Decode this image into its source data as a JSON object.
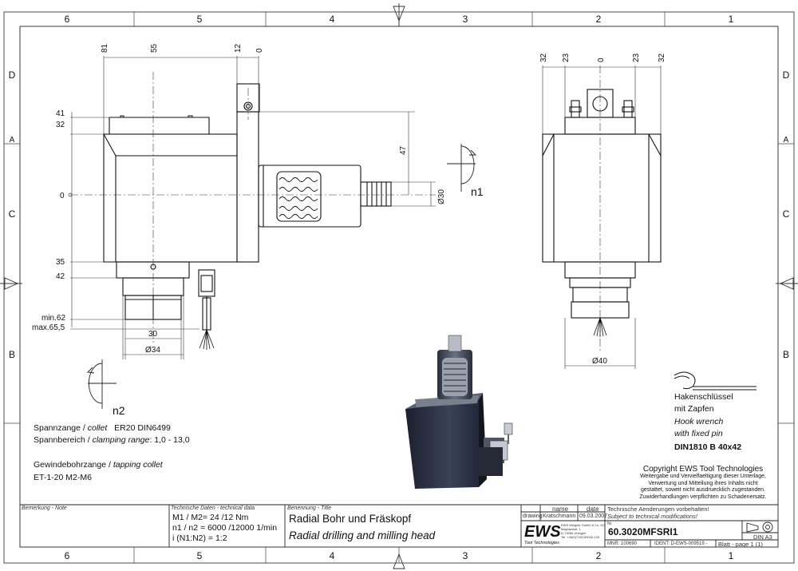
{
  "grid": {
    "cols_top": [
      "6",
      "5",
      "4",
      "3",
      "2",
      "1"
    ],
    "cols_bottom": [
      "6",
      "5",
      "4",
      "3",
      "2",
      "1"
    ],
    "rows_left": [
      "D",
      "C",
      "B",
      "A"
    ],
    "rows_right": [
      "D",
      "C",
      "B",
      "A"
    ]
  },
  "dims": {
    "top_81": "81",
    "top_55": "55",
    "top_12": "12",
    "top_0": "0",
    "left_41": "41",
    "left_32": "32",
    "left_0": "0",
    "left_35": "35",
    "left_42": "42",
    "left_min": "min.62",
    "left_max": "max.65,5",
    "right_47": "47",
    "right_d30": "Ø30",
    "bottom_30": "30",
    "bottom_d34": "Ø34",
    "side_32a": "32",
    "side_23a": "23",
    "side_0": "0",
    "side_23b": "23",
    "side_32b": "32",
    "side_d40": "Ø40",
    "n1": "n1",
    "n2": "n2"
  },
  "hook": {
    "line1": "Hakenschlüssel",
    "line2": "mit Zapfen",
    "line3": "Hook wrench",
    "line4": "with fixed pin",
    "line5": "DIN1810 B 40x42"
  },
  "notes": {
    "collet_de": "Spannzange /",
    "collet_en": "collet",
    "collet_val": "ER20   DIN6499",
    "range_de": "Spannbereich /",
    "range_en": "clamping range",
    "range_val": ": 1,0 - 13,0",
    "tap_de": "Gewindebohrzange /",
    "tap_en": "tapping collet",
    "tap_val": "ET-1-20   M2-M6"
  },
  "copyright": {
    "title": "Copyright EWS Tool Technologies",
    "l1": "Weitergabe und Vervielfaeltigung dieser Unterlage,",
    "l2": "Verwertung und Mitteilung ihres Inhalts nicht",
    "l3": "gestattet, soweit nicht ausdruecklich zugestanden.",
    "l4": "Zuwiderhandlungen verpflichten zu Schadenersatz."
  },
  "titleblock": {
    "remark_label": "Bemerkung - Note",
    "tech_label": "Technische Daten - technical data",
    "tech_l1": "M1 / M2= 24  /12  Nm",
    "tech_l2": "n1 / n2 = 6000 /12000 1/min",
    "tech_l3": "i  (N1:N2)  = 1:2",
    "name_label": "Benennung - Title",
    "title_de": "Radial Bohr und Fräskopf",
    "title_en": "Radial drilling and milling head",
    "col_name": "name",
    "col_date": "date",
    "drawing": "drawing",
    "drawer": "Kratschmann",
    "draw_date": "09.03.2007",
    "logo": "EWS",
    "logo_sub": "Tool Technologies",
    "company_l1": "EWS Weigele GmbH & Co. KG",
    "company_l2": "Maybachstr. 1",
    "company_l3": "D-73066 Uhingen",
    "company_l4": "Tel. +49(0)7161/93040-100",
    "change_de": "Technische Aenderungen vorbehalten!",
    "change_en": "Subject to technical modifications!",
    "nr_label": "Nr.",
    "part_no": "60.3020MFSRI1",
    "din": "DIN A3",
    "mnr": "MNR: 100690",
    "ident": "IDENT: D-EWS-009519 -",
    "sheet": "Blatt - page  1 (1)"
  }
}
